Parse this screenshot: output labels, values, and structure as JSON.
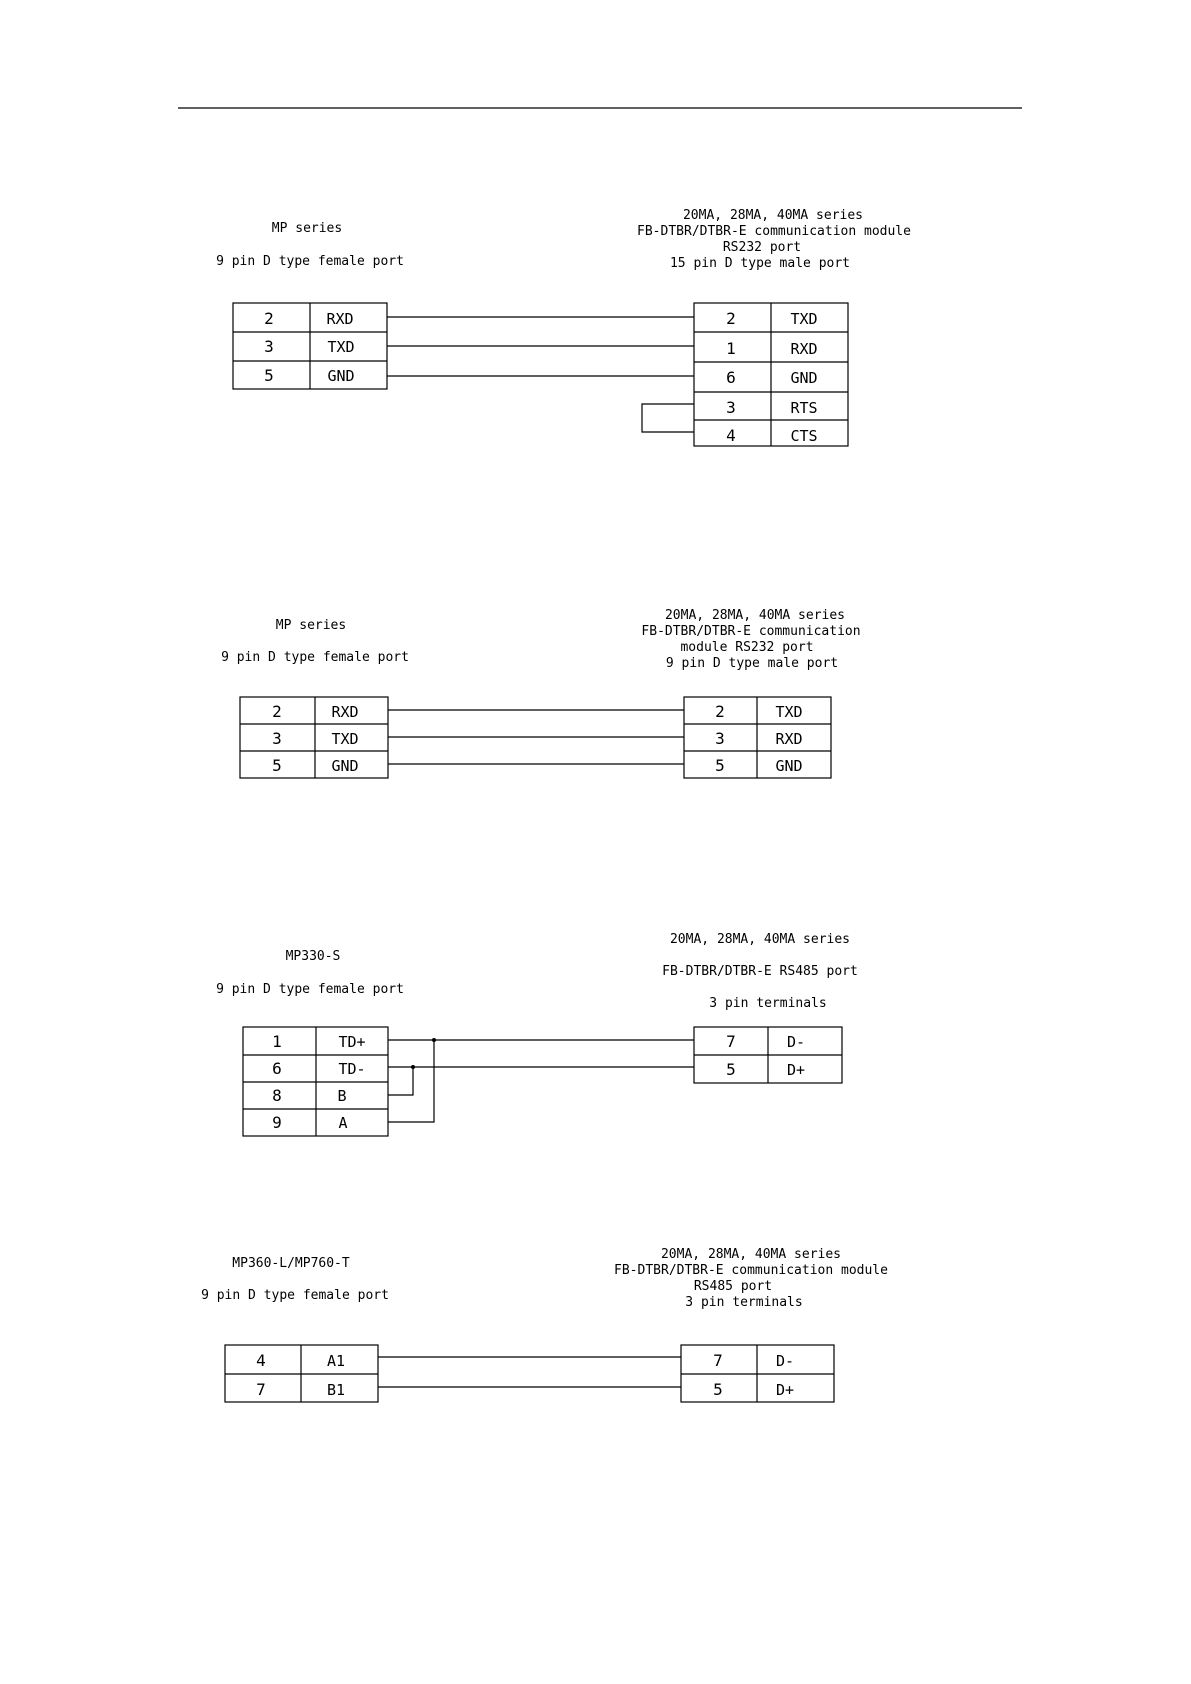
{
  "diagrams": [
    {
      "left_title": [
        "MP series",
        "9 pin D type female port"
      ],
      "right_title": [
        "20MA, 28MA, 40MA series",
        "FB-DTBR/DTBR-E communication module",
        "RS232 port",
        "15 pin D type male port"
      ],
      "left_pins": [
        {
          "pin": "2",
          "signal": "RXD"
        },
        {
          "pin": "3",
          "signal": "TXD"
        },
        {
          "pin": "5",
          "signal": "GND"
        }
      ],
      "right_pins": [
        {
          "pin": "2",
          "signal": "TXD"
        },
        {
          "pin": "1",
          "signal": "RXD"
        },
        {
          "pin": "6",
          "signal": "GND"
        },
        {
          "pin": "3",
          "signal": "RTS"
        },
        {
          "pin": "4",
          "signal": "CTS"
        }
      ]
    },
    {
      "left_title": [
        "MP series",
        "9 pin D type female port"
      ],
      "right_title": [
        "20MA, 28MA, 40MA series",
        "FB-DTBR/DTBR-E communication",
        "module RS232 port",
        "9 pin D type male port"
      ],
      "left_pins": [
        {
          "pin": "2",
          "signal": "RXD"
        },
        {
          "pin": "3",
          "signal": "TXD"
        },
        {
          "pin": "5",
          "signal": "GND"
        }
      ],
      "right_pins": [
        {
          "pin": "2",
          "signal": "TXD"
        },
        {
          "pin": "3",
          "signal": "RXD"
        },
        {
          "pin": "5",
          "signal": "GND"
        }
      ]
    },
    {
      "left_title": [
        "MP330-S",
        "9 pin D type female port"
      ],
      "right_title": [
        "20MA, 28MA, 40MA series",
        "FB-DTBR/DTBR-E RS485 port",
        "3 pin terminals"
      ],
      "left_pins": [
        {
          "pin": "1",
          "signal": "TD+"
        },
        {
          "pin": "6",
          "signal": "TD-"
        },
        {
          "pin": "8",
          "signal": "B"
        },
        {
          "pin": "9",
          "signal": "A"
        }
      ],
      "right_pins": [
        {
          "pin": "7",
          "signal": "D-"
        },
        {
          "pin": "5",
          "signal": "D+"
        }
      ]
    },
    {
      "left_title": [
        "MP360-L/MP760-T",
        "9 pin D type female port"
      ],
      "right_title": [
        "20MA, 28MA, 40MA series",
        "FB-DTBR/DTBR-E communication module",
        "RS485 port",
        "3 pin terminals"
      ],
      "left_pins": [
        {
          "pin": "4",
          "signal": "A1"
        },
        {
          "pin": "7",
          "signal": "B1"
        }
      ],
      "right_pins": [
        {
          "pin": "7",
          "signal": "D-"
        },
        {
          "pin": "5",
          "signal": "D+"
        }
      ]
    }
  ]
}
